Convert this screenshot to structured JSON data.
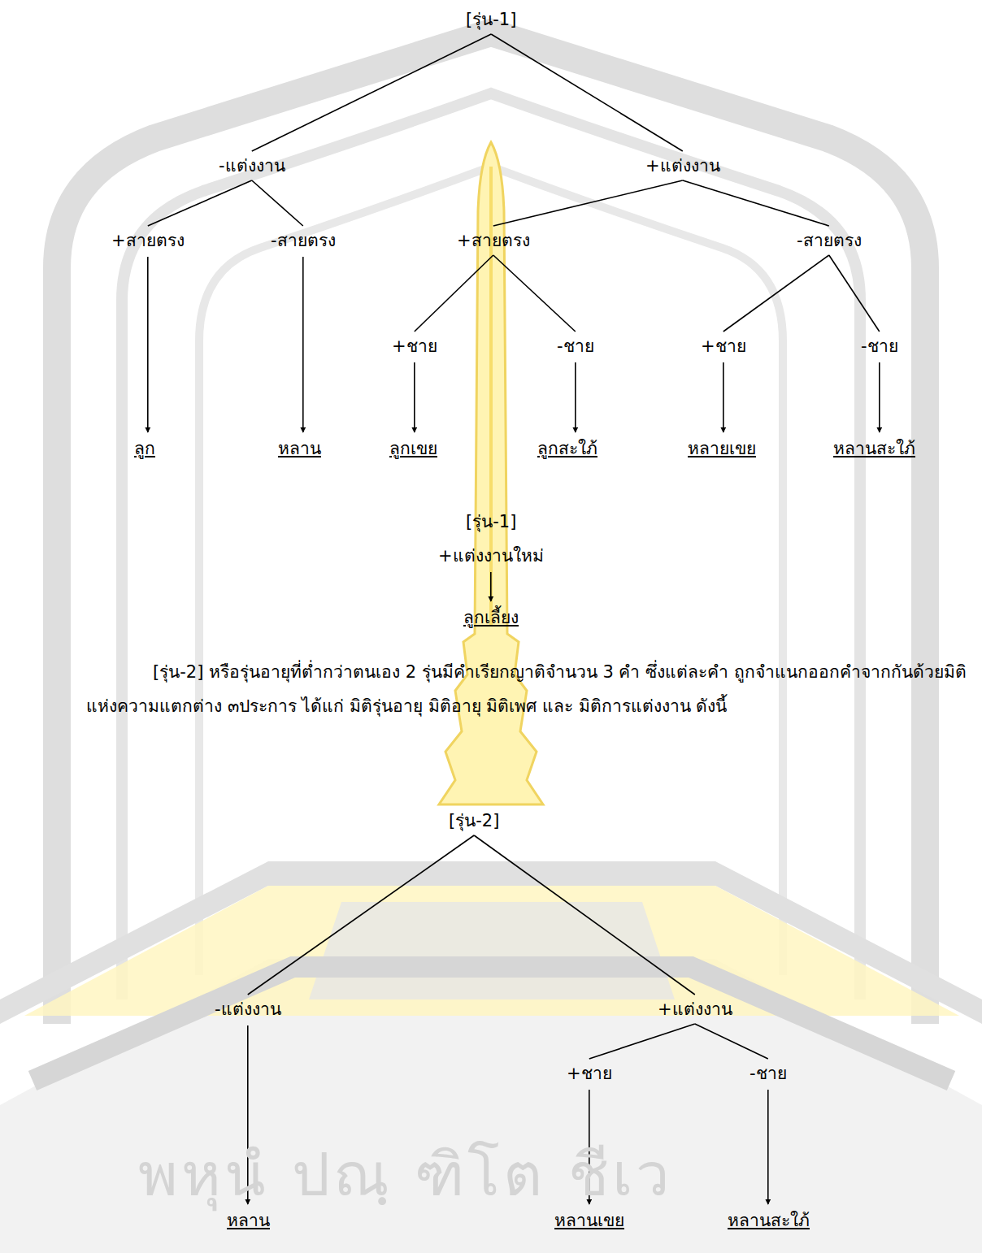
{
  "diagram": {
    "nodes": [
      {
        "text": [
          "[รุ่น-1]"
        ]
      },
      {
        "text": [
          "-แต่งงาน"
        ]
      },
      {
        "text": [
          "+แต่งงาน"
        ]
      },
      {
        "text": [
          "+สายตรง"
        ]
      },
      {
        "text": [
          "-สายตรง"
        ]
      },
      {
        "text": [
          "+สายตรง"
        ]
      },
      {
        "text": [
          "-สายตรง"
        ]
      },
      {
        "text": [
          "+ชาย"
        ]
      },
      {
        "text": [
          "-ชาย"
        ]
      },
      {
        "text": [
          "+ชาย"
        ]
      },
      {
        "text": [
          "-ชาย"
        ]
      },
      {
        "text": [
          "ลูก"
        ]
      },
      {
        "text": [
          "หลาน"
        ]
      },
      {
        "text": [
          "ลูกเขย"
        ]
      },
      {
        "text": [
          "ลูกสะใภ้"
        ]
      },
      {
        "text": [
          "หลายเขย"
        ]
      },
      {
        "text": [
          "หลานสะใภ้"
        ]
      },
      {
        "text": [
          "[รุ่น-1]"
        ]
      },
      {
        "text": [
          "+แต่งงานใหม่"
        ]
      },
      {
        "text": [
          "ลูกเลี้ยง"
        ]
      },
      {
        "text": [
          "[รุ่น-2]"
        ]
      },
      {
        "text": [
          "-แต่งงาน"
        ]
      },
      {
        "text": [
          "+แต่งงาน"
        ]
      },
      {
        "text": [
          "+ชาย"
        ]
      },
      {
        "text": [
          "-ชาย"
        ]
      },
      {
        "text": [
          "หลาน"
        ]
      },
      {
        "text": [
          "หลานเขย"
        ]
      },
      {
        "text": [
          "หลานสะใภ้"
        ]
      }
    ],
    "edges": [
      {
        "from": 0,
        "to": 1,
        "arrow": "none"
      },
      {
        "from": 0,
        "to": 2,
        "arrow": "none"
      },
      {
        "from": 1,
        "to": 3,
        "arrow": "none"
      },
      {
        "from": 1,
        "to": 4,
        "arrow": "none"
      },
      {
        "from": 2,
        "to": 5,
        "arrow": "none"
      },
      {
        "from": 2,
        "to": 6,
        "arrow": "none"
      },
      {
        "from": 5,
        "to": 7,
        "arrow": "none"
      },
      {
        "from": 5,
        "to": 8,
        "arrow": "none"
      },
      {
        "from": 6,
        "to": 9,
        "arrow": "none"
      },
      {
        "from": 6,
        "to": 10,
        "arrow": "none"
      },
      {
        "from": 3,
        "to": 11,
        "arrow": "to"
      },
      {
        "from": 4,
        "to": 12,
        "arrow": "to"
      },
      {
        "from": 7,
        "to": 13,
        "arrow": "to"
      },
      {
        "from": 8,
        "to": 14,
        "arrow": "to"
      },
      {
        "from": 9,
        "to": 15,
        "arrow": "to"
      },
      {
        "from": 10,
        "to": 16,
        "arrow": "to"
      },
      {
        "from": 18,
        "to": 19,
        "arrow": "to"
      },
      {
        "from": 20,
        "to": 21,
        "arrow": "none"
      },
      {
        "from": 20,
        "to": 22,
        "arrow": "none"
      },
      {
        "from": 21,
        "to": 25,
        "arrow": "to"
      },
      {
        "from": 22,
        "to": 23,
        "arrow": "none"
      },
      {
        "from": 22,
        "to": 24,
        "arrow": "none"
      },
      {
        "from": 23,
        "to": 26,
        "arrow": "to"
      },
      {
        "from": 24,
        "to": 27,
        "arrow": "to"
      }
    ],
    "labels": [
      "[รุ่น-2] หรือรุ่นอายุที่ต่ำกว่าตนเอง 2 รุ่นมีคำเรียกญาติจำนวน 3 คำ ซึ่งแต่ละคำ ถูกจำแนกออกคำจากกันด้วยมิติแห่งความแตกต่าง ๓ประการ ได้แก่ มิติรุ่นอายุ มิติอายุ มิติเพศ และ มิติการแต่งงาน ดังนี้",
      "พหุนํ ปณฺ ฑิโต ชีเว"
    ]
  }
}
